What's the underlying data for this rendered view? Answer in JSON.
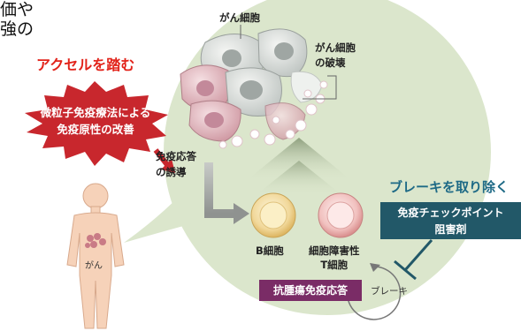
{
  "heading": {
    "line1": "価や",
    "line2": "強の"
  },
  "accelerator": "アクセルを踏む",
  "starburst": {
    "line1": "微粒子免疫療法による",
    "line2": "免疫原性の改善"
  },
  "cancer_cells": "がん細胞",
  "cell_destruction": {
    "line1": "がん細胞",
    "line2": "の破壊"
  },
  "immune_induction": {
    "line1": "免疫応答",
    "line2": "の誘導"
  },
  "b_cell": "B細胞",
  "t_cell": {
    "line1": "細胞障害性",
    "line2": "T細胞"
  },
  "remove_brake": "ブレーキを取り除く",
  "checkpoint_box": {
    "line1": "免疫チェックポイント",
    "line2": "阻害剤"
  },
  "antitumor_box": "抗腫瘍免疫応答",
  "brake": "ブレーキ",
  "body_cancer": "がん",
  "colors": {
    "accent_red": "#e2231a",
    "starburst_red": "#c8272d",
    "circle_green": "#dbe6cc",
    "teal_box": "#225868",
    "brake_text_blue": "#1e6a86",
    "purple_box": "#7a2c66",
    "skin": "#f6d2b9",
    "b_cell": "#f1d89a",
    "t_cell": "#f1c1bf"
  }
}
